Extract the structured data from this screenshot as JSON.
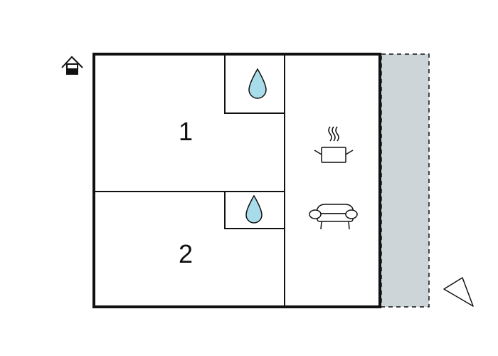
{
  "floorplan": {
    "rooms": [
      {
        "id": "bedroom-1",
        "label": "1"
      },
      {
        "id": "bedroom-2",
        "label": "2"
      }
    ],
    "icons": {
      "entrance": "house-entrance-icon",
      "bathroom_1": "water-drop-icon",
      "bathroom_2": "water-drop-icon",
      "kitchen": "cooking-pot-icon",
      "living": "sofa-icon",
      "north": "compass-arrow-icon"
    },
    "colors": {
      "wall": "#111111",
      "terrace": "#cdd5d8",
      "water": "#a8dcea"
    }
  }
}
